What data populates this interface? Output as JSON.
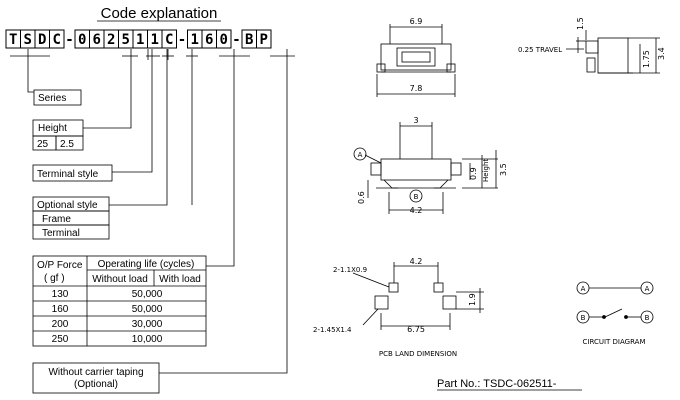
{
  "title": "Code explanation",
  "code_chars": [
    "T",
    "S",
    "D",
    "C",
    "-",
    "0",
    "6",
    "2",
    "5",
    "1",
    "1",
    "C",
    "-",
    "1",
    "6",
    "0",
    "-",
    "B",
    "P"
  ],
  "series_label": "Series",
  "height": {
    "label": "Height",
    "values": [
      "25",
      "2.5"
    ]
  },
  "terminal_style_label": "Terminal style",
  "optional_style": {
    "label": "Optional style",
    "items": [
      "Frame",
      "Terminal"
    ]
  },
  "force_table": {
    "op_force_header": "O/P Force",
    "unit_header": "( gf )",
    "life_header": "Operating life (cycles)",
    "without_load_header": "Without load",
    "with_load_header": "With load",
    "rows": [
      {
        "force": "130",
        "life": "50,000"
      },
      {
        "force": "160",
        "life": "50,000"
      },
      {
        "force": "200",
        "life": "30,000"
      },
      {
        "force": "250",
        "life": "10,000"
      }
    ]
  },
  "carrier": {
    "line1": "Without carrier taping",
    "line2": "(Optional)"
  },
  "top_view": {
    "width_top": "6.9",
    "width_bottom": "7.8"
  },
  "side_view": {
    "dim_top": "1.5",
    "travel": "0.25 TRAVEL",
    "dim_mid": "1.75",
    "dim_total": "3.4"
  },
  "front_view": {
    "dim_top": "3",
    "label_a": "A",
    "label_b": "B",
    "dim_09": "0.9",
    "height_label": "Height",
    "dim_35": "3.5",
    "dim_06": "0.6",
    "dim_42": "4.2"
  },
  "pcb": {
    "pad_label_top": "2-1.1X0.9",
    "dim_top": "4.2",
    "dim_side": "1.9",
    "pad_label_bottom": "2-1.45X1.4",
    "dim_bottom": "6.75",
    "caption": "PCB LAND DIMENSION"
  },
  "circuit": {
    "a1": "A",
    "a2": "A",
    "b1": "B",
    "b2": "B",
    "caption": "CIRCUIT DIAGRAM"
  },
  "part_no": "Part No.:  TSDC-062511-"
}
